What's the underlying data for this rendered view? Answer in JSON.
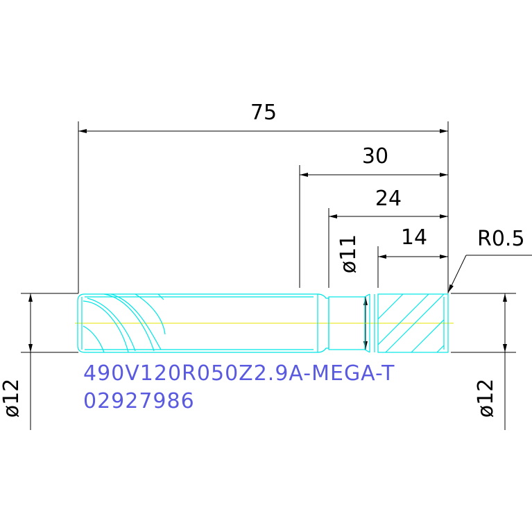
{
  "dimensions": {
    "overall_length": "75",
    "length_30": "30",
    "length_24": "24",
    "length_14": "14",
    "neck_diameter": "ø11",
    "shank_diameter_left": "ø12",
    "shank_diameter_right": "ø12",
    "corner_radius": "R0.5"
  },
  "part_label": {
    "line1": "490V120R050Z2.9A-MEGA-T",
    "line2": "02927986"
  },
  "colors": {
    "dimension_lines": "#000000",
    "tool_outline": "#00e5e5",
    "center_line": "#e6e600",
    "label_text": "#5a5ae0"
  }
}
